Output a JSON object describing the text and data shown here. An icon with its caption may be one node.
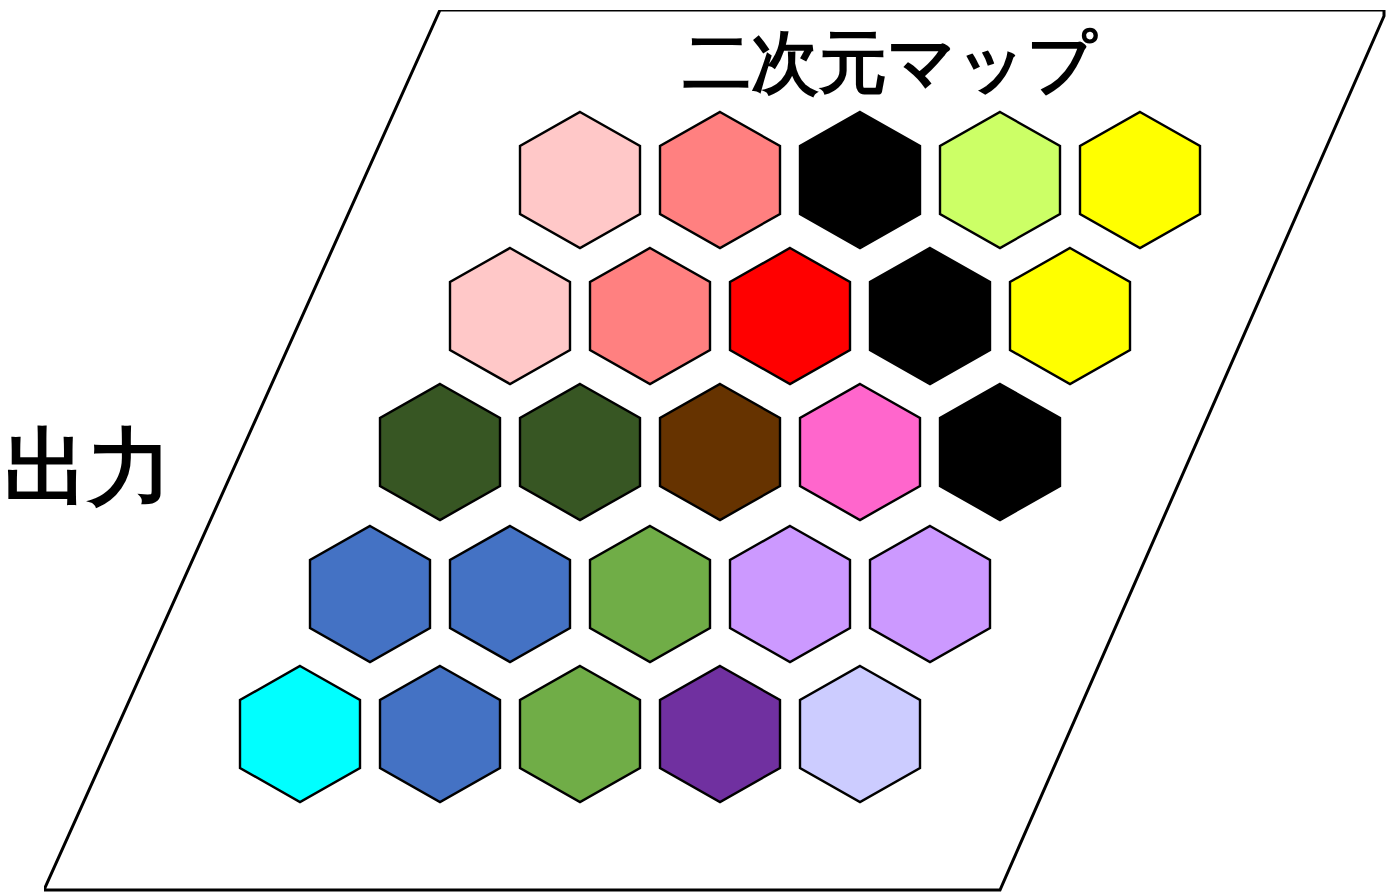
{
  "diagram": {
    "nodes": [
      {
        "text": [
          "二次元マップ"
        ]
      },
      {
        "text": [],
        "shape": "hexagon",
        "in": 0
      },
      {
        "text": [],
        "shape": "hexagon",
        "in": 0
      },
      {
        "text": [],
        "shape": "hexagon",
        "in": 0
      },
      {
        "text": [],
        "shape": "hexagon",
        "in": 0
      },
      {
        "text": [],
        "shape": "hexagon",
        "in": 0
      },
      {
        "text": [],
        "shape": "hexagon",
        "in": 0
      },
      {
        "text": [],
        "shape": "hexagon",
        "in": 0
      },
      {
        "text": [],
        "shape": "hexagon",
        "in": 0
      },
      {
        "text": [],
        "shape": "hexagon",
        "in": 0
      },
      {
        "text": [],
        "shape": "hexagon",
        "in": 0
      },
      {
        "text": [],
        "shape": "hexagon",
        "in": 0
      },
      {
        "text": [],
        "shape": "hexagon",
        "in": 0
      },
      {
        "text": [],
        "shape": "hexagon",
        "in": 0
      },
      {
        "text": [],
        "shape": "hexagon",
        "in": 0
      },
      {
        "text": [],
        "shape": "hexagon",
        "in": 0
      },
      {
        "text": [],
        "shape": "hexagon",
        "in": 0
      },
      {
        "text": [],
        "shape": "hexagon",
        "in": 0
      },
      {
        "text": [],
        "shape": "hexagon",
        "in": 0
      },
      {
        "text": [],
        "shape": "hexagon",
        "in": 0
      },
      {
        "text": [],
        "shape": "hexagon",
        "in": 0
      },
      {
        "text": [],
        "shape": "hexagon",
        "in": 0
      },
      {
        "text": [],
        "shape": "hexagon",
        "in": 0
      },
      {
        "text": [],
        "shape": "hexagon",
        "in": 0
      },
      {
        "text": [],
        "shape": "hexagon",
        "in": 0
      },
      {
        "text": [],
        "shape": "hexagon",
        "in": 0
      }
    ],
    "labels": [
      "出力"
    ]
  }
}
